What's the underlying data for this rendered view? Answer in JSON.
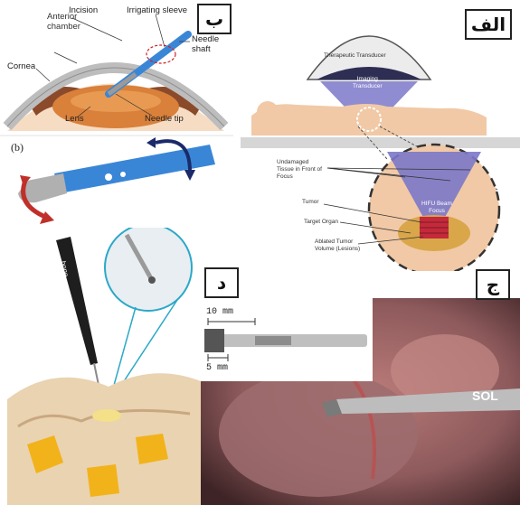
{
  "panels": {
    "b": {
      "tag": "ب",
      "labels": {
        "anterior_chamber_line1": "Anterior",
        "anterior_chamber_line2": "chamber",
        "incision": "Incision",
        "irrigating_sleeve": "Irrigating sleeve",
        "needle_line1": "Needle",
        "needle_line2": "shaft",
        "cornea": "Cornea",
        "lens": "Lens",
        "needle_tip": "Needle tip"
      },
      "sub_label": "(b)"
    },
    "alef": {
      "tag": "الف",
      "labels": {
        "therapeutic_transducer": "Therapeutic Transducer",
        "imaging_line1": "Imaging",
        "imaging_line2": "Transducer",
        "undamaged_line1": "Undamaged",
        "undamaged_line2": "Tissue in Front of",
        "undamaged_line3": "Focus",
        "tumor": "Tumor",
        "target_organ": "Target Organ",
        "ablated_line1": "Ablated Tumor",
        "ablated_line2": "Volume (Lesions)",
        "hifu_line1": "HIFU Beam",
        "hifu_line2": "Focus"
      }
    },
    "dal": {
      "tag": "د",
      "device_text": "bone"
    },
    "jim": {
      "tag": "ج",
      "scale_top": "10 mm",
      "scale_bottom": "5 mm",
      "instrument_text": "SOL"
    }
  },
  "colors": {
    "cornea": "#c9c9c9",
    "iris": "#8b4a2a",
    "lens": "#d9803a",
    "needle_blue": "#3a86d6",
    "rotate_red": "#c0302a",
    "rotate_navy": "#1a2a6a",
    "skin": "#f1c9a6",
    "beam_blue": "#7b78c9",
    "table_gray": "#d6d6d6",
    "tissue_pink": "#a86a6c",
    "spine_bone": "#e9d3b0",
    "disc_yellow": "#f2b21a"
  }
}
